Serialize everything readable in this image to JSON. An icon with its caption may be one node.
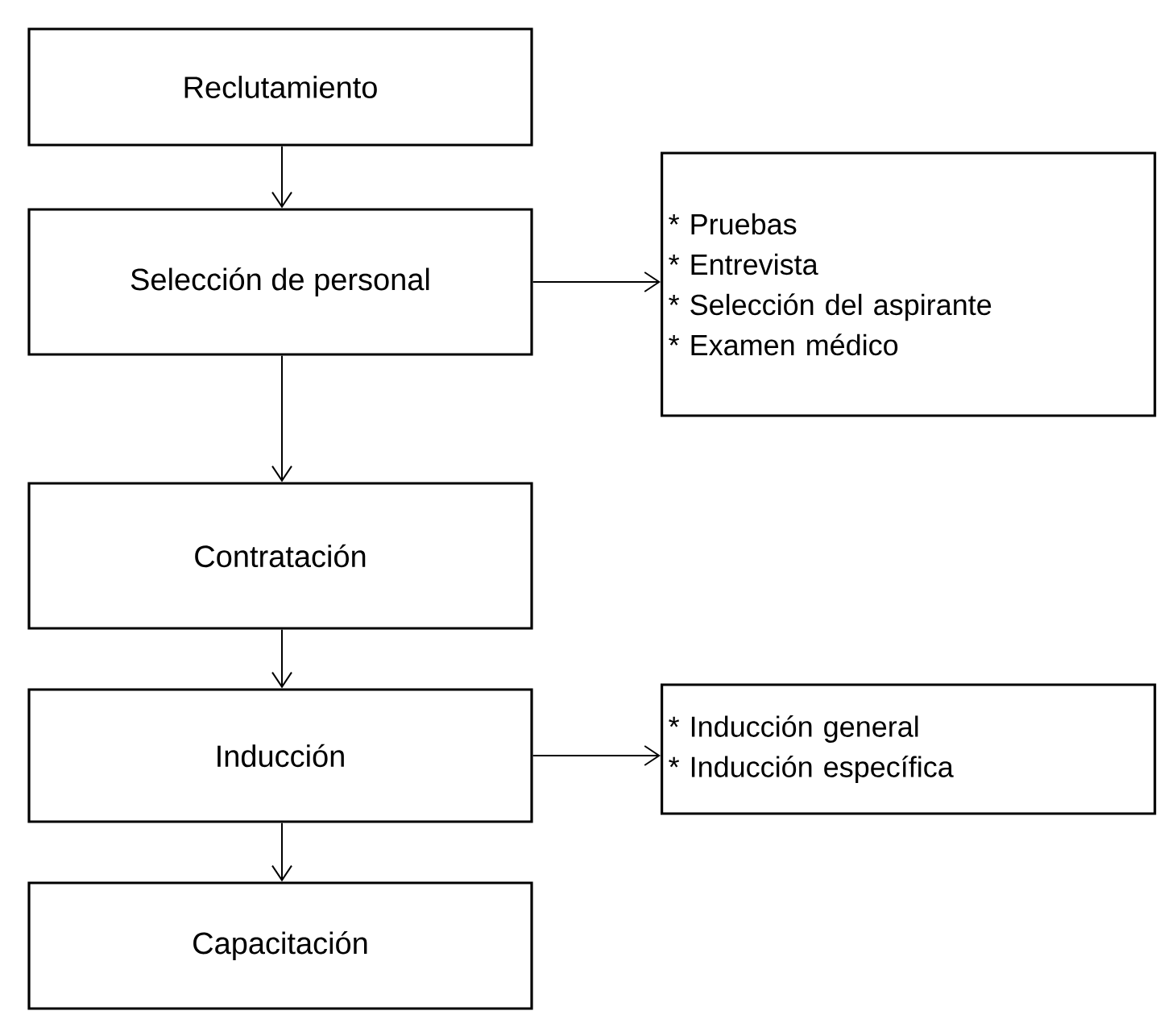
{
  "diagram": {
    "nodes": [
      {
        "text": [
          "Reclutamiento"
        ]
      },
      {
        "text": [
          "Selección de personal"
        ]
      },
      {
        "text": [
          "* Pruebas",
          "* Entrevista",
          "* Selección del aspirante",
          "* Examen médico"
        ]
      },
      {
        "text": [
          "Contratación"
        ]
      },
      {
        "text": [
          "Inducción"
        ]
      },
      {
        "text": [
          "* Inducción general",
          "* Inducción específica"
        ]
      },
      {
        "text": [
          "Capacitación"
        ]
      }
    ],
    "edges": [
      {
        "from": 0,
        "to": 1,
        "arrow": "to"
      },
      {
        "from": 1,
        "to": 2,
        "arrow": "to"
      },
      {
        "from": 1,
        "to": 3,
        "arrow": "to"
      },
      {
        "from": 3,
        "to": 4,
        "arrow": "to"
      },
      {
        "from": 4,
        "to": 5,
        "arrow": "to"
      },
      {
        "from": 4,
        "to": 6,
        "arrow": "to"
      }
    ]
  }
}
